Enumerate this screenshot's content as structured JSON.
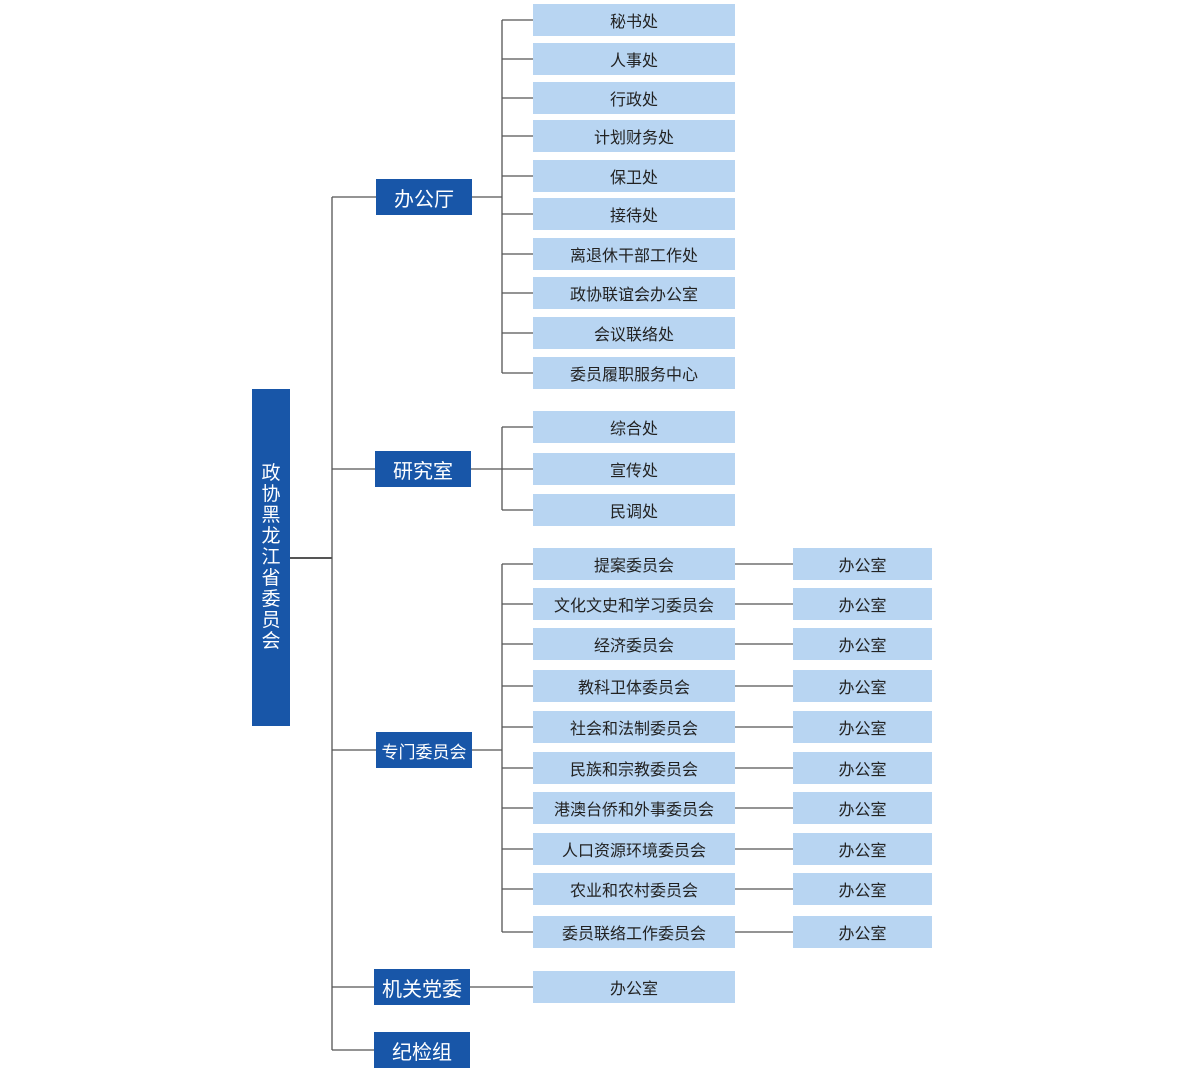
{
  "root": {
    "label": "政\n协\n黑\n龙\n江\n省\n委\n员\n会"
  },
  "branches": [
    {
      "label": "办公厅",
      "children": [
        "秘书处",
        "人事处",
        "行政处",
        "计划财务处",
        "保卫处",
        "接待处",
        "离退休干部工作处",
        "政协联谊会办公室",
        "会议联络处",
        "委员履职服务中心"
      ]
    },
    {
      "label": "研究室",
      "children": [
        "综合处",
        "宣传处",
        "民调处"
      ]
    },
    {
      "label": "专门委员会",
      "children": [
        "提案委员会",
        "文化文史和学习委员会",
        "经济委员会",
        "教科卫体委员会",
        "社会和法制委员会",
        "民族和宗教委员会",
        "港澳台侨和外事委员会",
        "人口资源环境委员会",
        "农业和农村委员会",
        "委员联络工作委员会"
      ],
      "grandchild": "办公室"
    },
    {
      "label": "机关党委",
      "children": [
        "办公室"
      ]
    },
    {
      "label": "纪检组",
      "children": []
    }
  ],
  "colors": {
    "dark": "#1856a8",
    "light": "#b8d5f2",
    "line": "#555555"
  }
}
